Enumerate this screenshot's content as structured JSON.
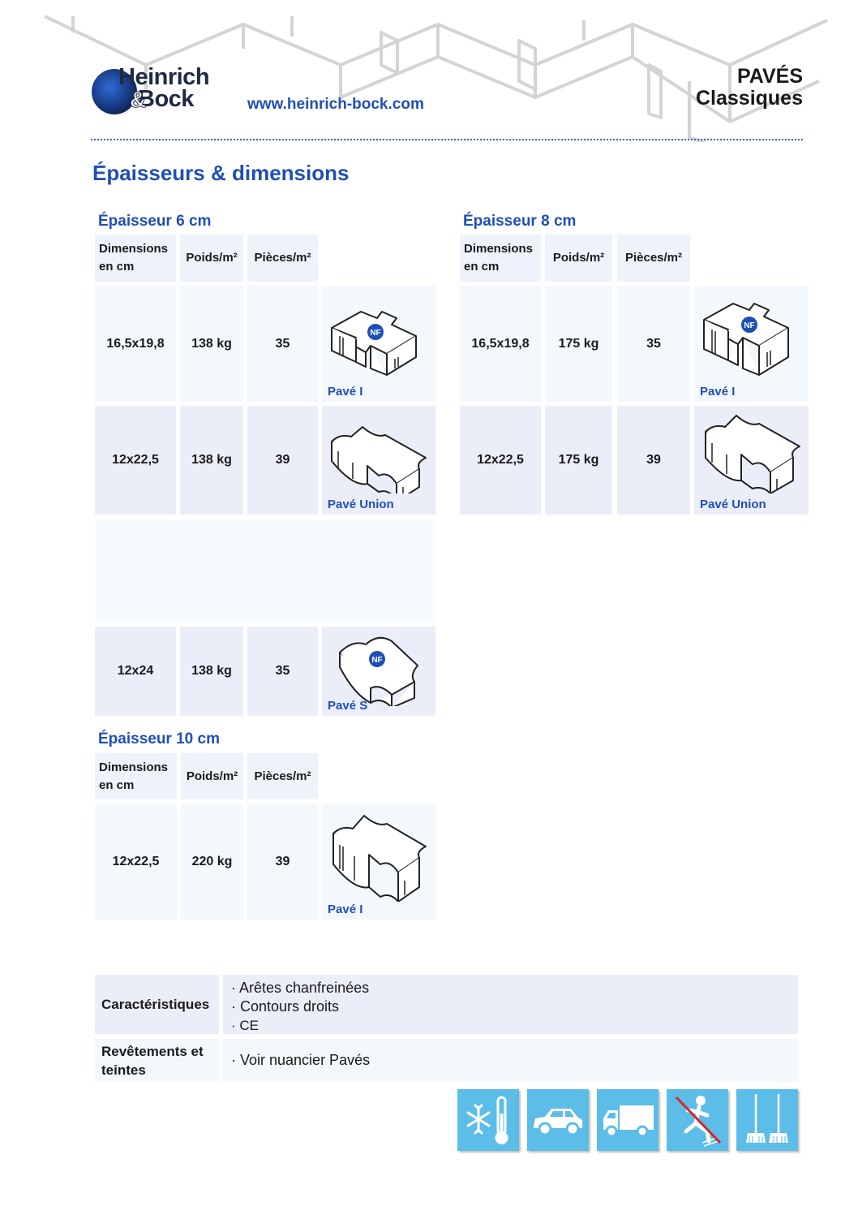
{
  "header": {
    "brand_line1": "Heinrich",
    "brand_line2": "Bock",
    "brand_amp": "&",
    "website": "www.heinrich-bock.com",
    "category_line1": "PAVÉS",
    "category_line2": "Classiques"
  },
  "page_title": "Épaisseurs & dimensions",
  "columns": {
    "dimensions_line1": "Dimensions",
    "dimensions_line2": "en cm",
    "weight": "Poids/m²",
    "pieces": "Pièces/m²"
  },
  "sections": [
    {
      "title": "Épaisseur 6 cm",
      "rows": [
        {
          "dimensions": "16,5x19,8",
          "weight": "138 kg",
          "pieces": "35",
          "product": "Pavé I",
          "nf_mark": "NF"
        },
        {
          "dimensions": "12x22,5",
          "weight": "138 kg",
          "pieces": "39",
          "product": "Pavé Union"
        },
        {
          "dimensions": "12x24",
          "weight": "138 kg",
          "pieces": "35",
          "product": "Pavé S",
          "nf_mark": "NF"
        }
      ]
    },
    {
      "title": "Épaisseur 8 cm",
      "rows": [
        {
          "dimensions": "16,5x19,8",
          "weight": "175 kg",
          "pieces": "35",
          "product": "Pavé I",
          "nf_mark": "NF"
        },
        {
          "dimensions": "12x22,5",
          "weight": "175 kg",
          "pieces": "39",
          "product": "Pavé Union"
        }
      ]
    },
    {
      "title": "Épaisseur 10 cm",
      "rows": [
        {
          "dimensions": "12x22,5",
          "weight": "220 kg",
          "pieces": "39",
          "product": "Pavé I"
        }
      ]
    }
  ],
  "characteristics": {
    "label": "Caractéristiques",
    "items": [
      "· Arêtes chanfreinées",
      "· Contours droits",
      "· CE"
    ]
  },
  "finishes": {
    "label_line1": "Revêtements et",
    "label_line2": "teintes",
    "value": "· Voir nuancier Pavés"
  },
  "usage_icons": [
    "frost-resistant-icon",
    "car-traffic-icon",
    "truck-traffic-icon",
    "non-slip-icon",
    "easy-cleaning-icon"
  ],
  "colors": {
    "accent": "#1f4fb6",
    "icon_bg": "#5bbde8",
    "cell_light": "#f3f8fd",
    "cell_lilac": "#ebeef9"
  }
}
